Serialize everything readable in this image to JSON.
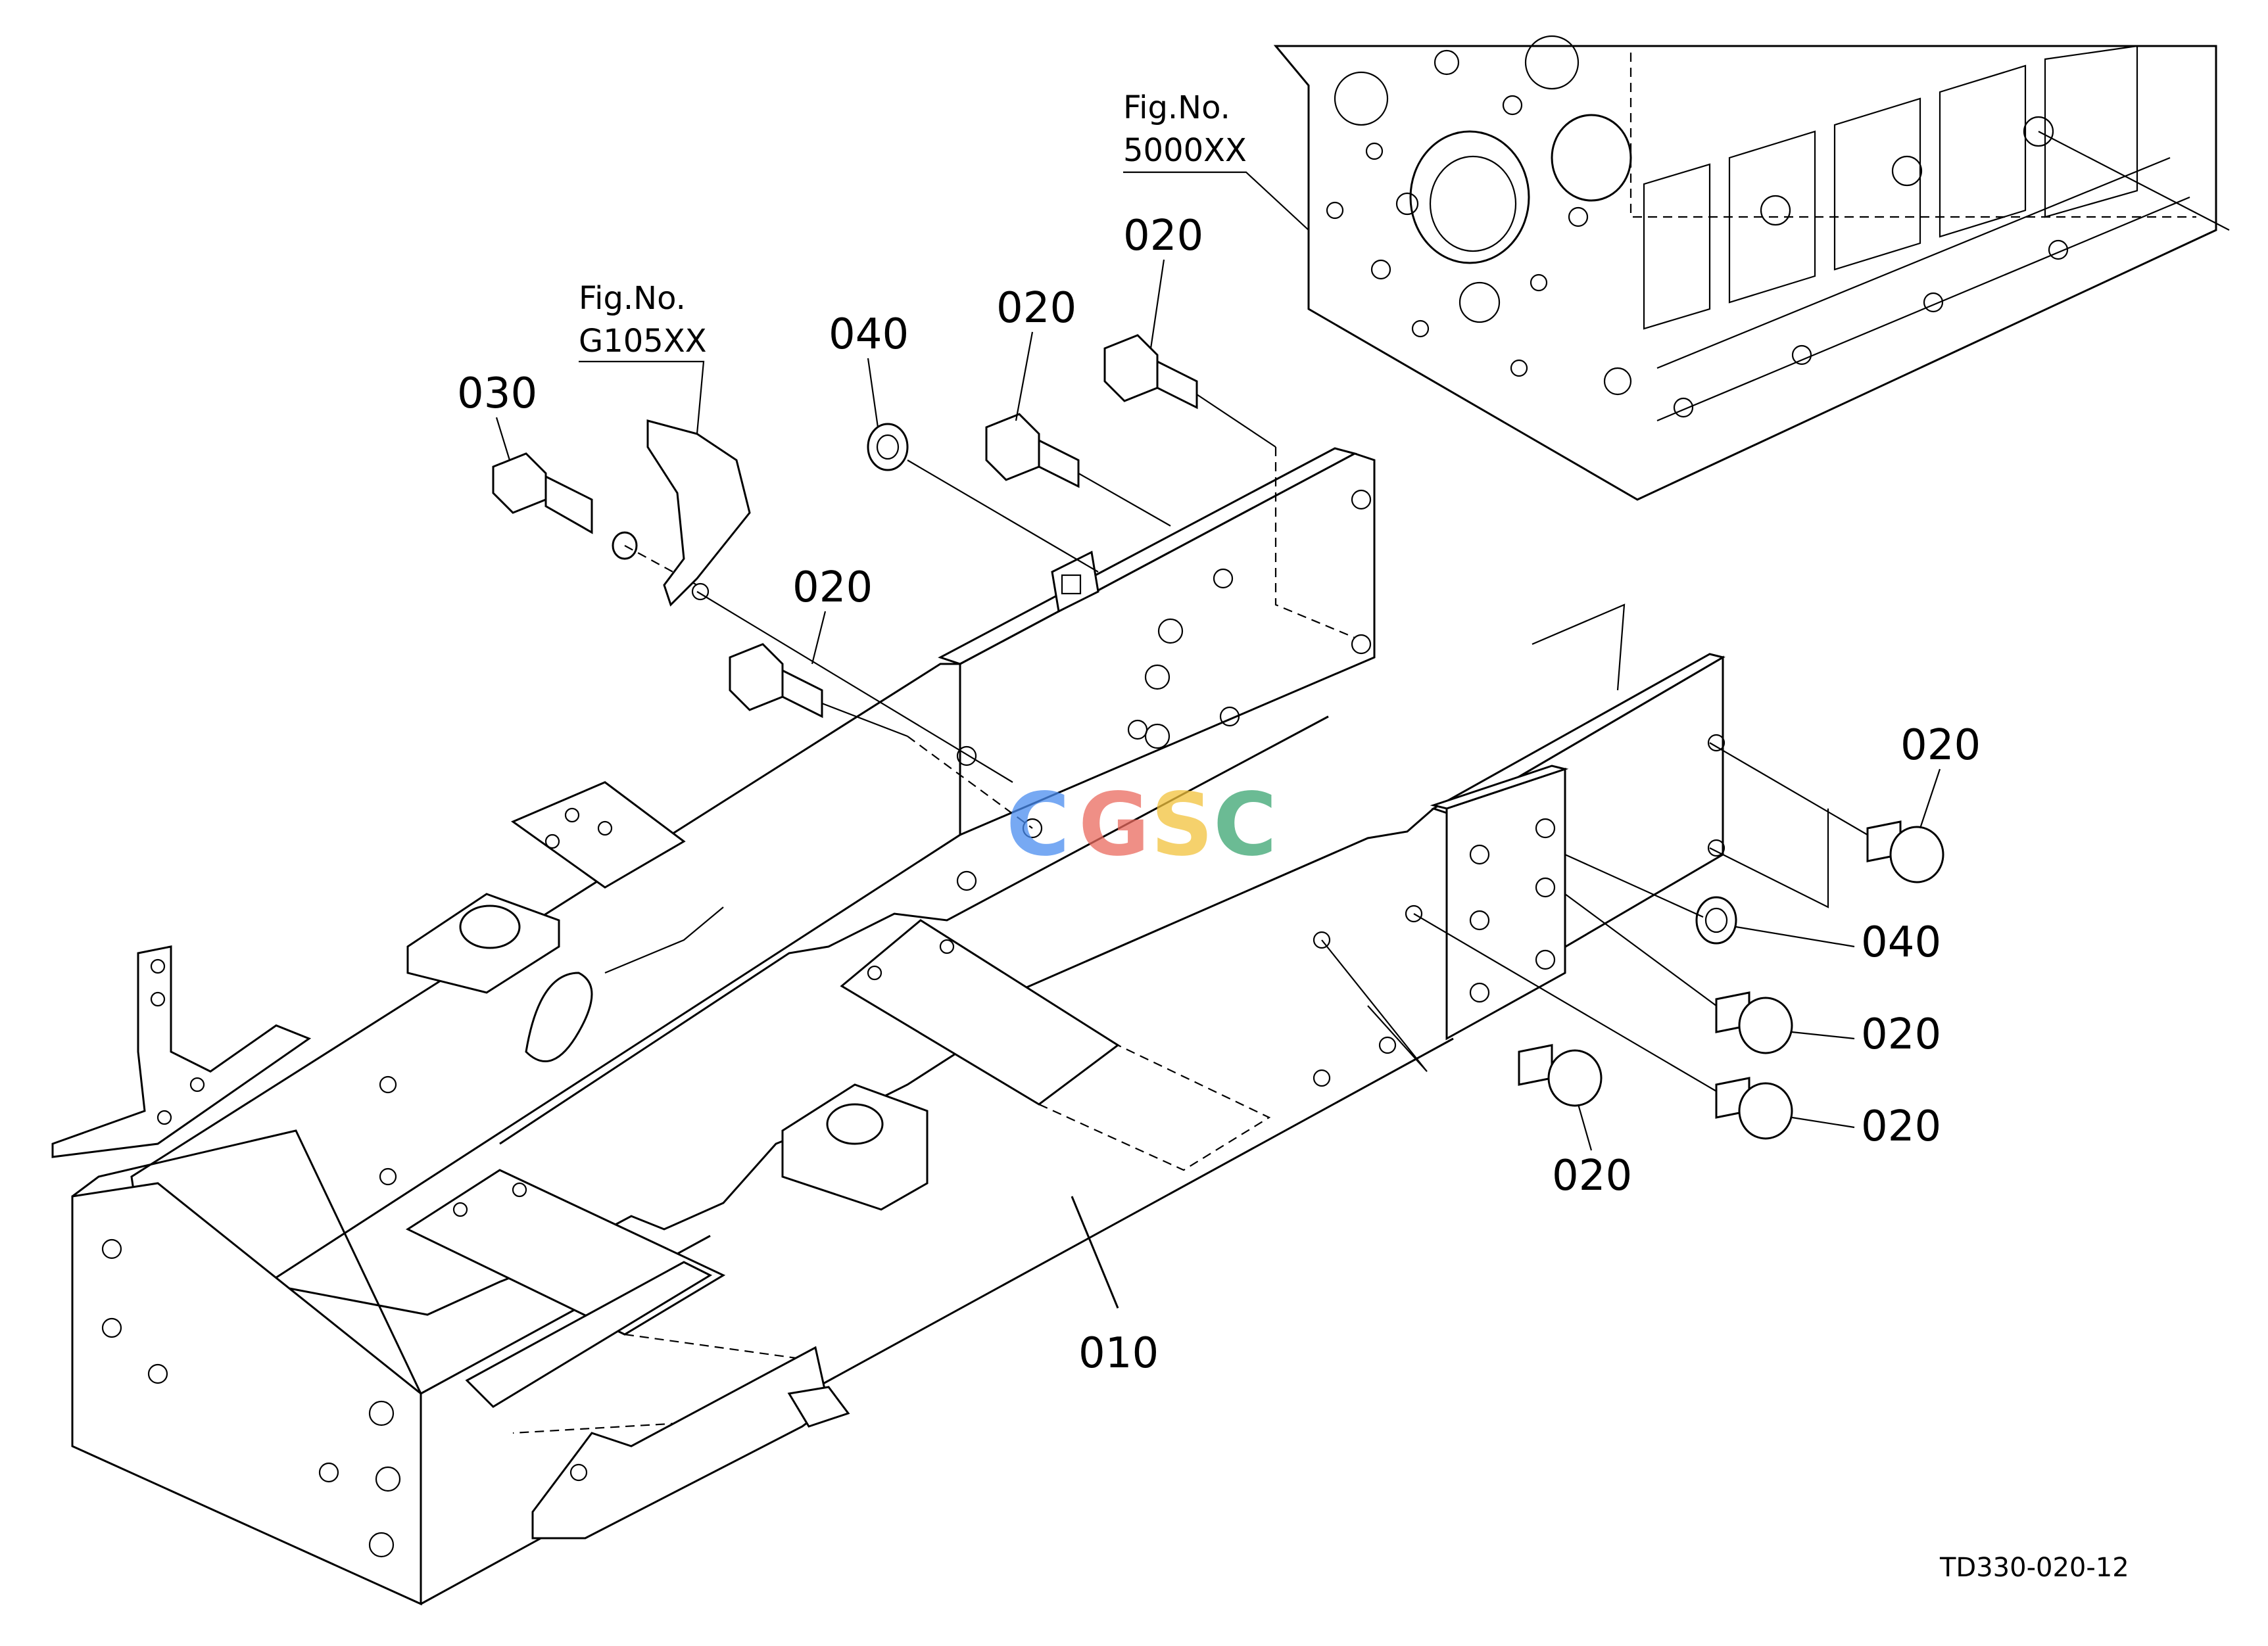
{
  "figure_refs": [
    {
      "label": "Fig.No.",
      "number": "5000XX"
    },
    {
      "label": "Fig.No.",
      "number": "G105XX"
    }
  ],
  "callouts": {
    "frame": "010",
    "bolt_top_right": "020",
    "bolt_top_mid": "020",
    "bolt_left_mid": "020",
    "collar_top": "040",
    "bolt_left": "030",
    "bolt_right_top": "020",
    "collar_right": "040",
    "bolt_right_mid": "020",
    "bolt_right_low": "020",
    "bolt_right_bottom": "020"
  },
  "watermark": {
    "letters": [
      "C",
      "G",
      "S",
      "C"
    ],
    "colors": [
      "#4a8df0",
      "#ea6a5e",
      "#f2c23c",
      "#3aa571"
    ]
  },
  "drawing_code": "TD330-020-12"
}
